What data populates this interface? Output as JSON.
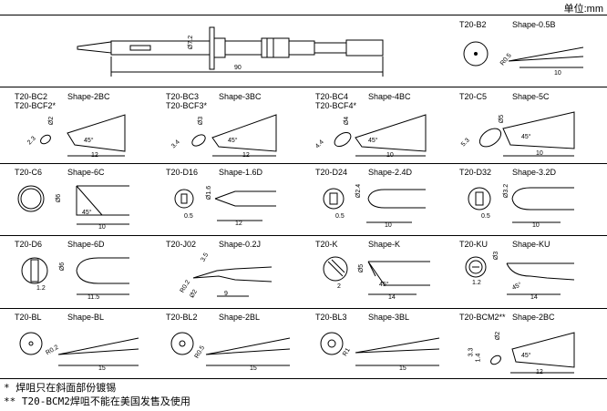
{
  "unit_label": "单位:mm",
  "main_drawing": {
    "dim_length": "90",
    "dim_diameter": "Ø7.2"
  },
  "tips": [
    {
      "code": "T20-B2",
      "shape": "Shape-0.5B",
      "dims": [
        "R0.5",
        "10"
      ]
    },
    {
      "code": "T20-BC2\nT20-BCF2*",
      "shape": "Shape-2BC",
      "dims": [
        "Ø2",
        "2.3",
        "45°",
        "12"
      ]
    },
    {
      "code": "T20-BC3\nT20-BCF3*",
      "shape": "Shape-3BC",
      "dims": [
        "Ø3",
        "3.4",
        "45°",
        "12"
      ]
    },
    {
      "code": "T20-BC4\nT20-BCF4*",
      "shape": "Shape-4BC",
      "dims": [
        "Ø4",
        "4.4",
        "45°",
        "10"
      ]
    },
    {
      "code": "T20-C5",
      "shape": "Shape-5C",
      "dims": [
        "Ø5",
        "5.3",
        "45°",
        "10"
      ]
    },
    {
      "code": "T20-C6",
      "shape": "Shape-6C",
      "dims": [
        "Ø6",
        "45°",
        "10"
      ]
    },
    {
      "code": "T20-D16",
      "shape": "Shape-1.6D",
      "dims": [
        "Ø1.6",
        "0.5",
        "12"
      ]
    },
    {
      "code": "T20-D24",
      "shape": "Shape-2.4D",
      "dims": [
        "Ø2.4",
        "0.5",
        "10"
      ]
    },
    {
      "code": "T20-D32",
      "shape": "Shape-3.2D",
      "dims": [
        "Ø3.2",
        "0.5",
        "10"
      ]
    },
    {
      "code": "T20-D6",
      "shape": "Shape-6D",
      "dims": [
        "Ø6",
        "1.2",
        "11.5"
      ]
    },
    {
      "code": "T20-J02",
      "shape": "Shape-0.2J",
      "dims": [
        "3.5",
        "R0.2",
        "Ø2",
        "9"
      ]
    },
    {
      "code": "T20-K",
      "shape": "Shape-K",
      "dims": [
        "Ø5",
        "2",
        "45°",
        "14"
      ]
    },
    {
      "code": "T20-KU",
      "shape": "Shape-KU",
      "dims": [
        "Ø3",
        "1.2",
        "45°",
        "14"
      ]
    },
    {
      "code": "T20-BL",
      "shape": "Shape-BL",
      "dims": [
        "R0.2",
        "15"
      ]
    },
    {
      "code": "T20-BL2",
      "shape": "Shape-2BL",
      "dims": [
        "R0.5",
        "15"
      ]
    },
    {
      "code": "T20-BL3",
      "shape": "Shape-3BL",
      "dims": [
        "R1",
        "15"
      ]
    },
    {
      "code": "T20-BCM2**",
      "shape": "Shape-2BC",
      "dims": [
        "Ø2",
        "3.3",
        "1.4",
        "45°",
        "12"
      ]
    }
  ],
  "notes": [
    "* 焊咀只在斜面部份镀锡",
    "** T20-BCM2焊咀不能在美国发售及使用"
  ]
}
